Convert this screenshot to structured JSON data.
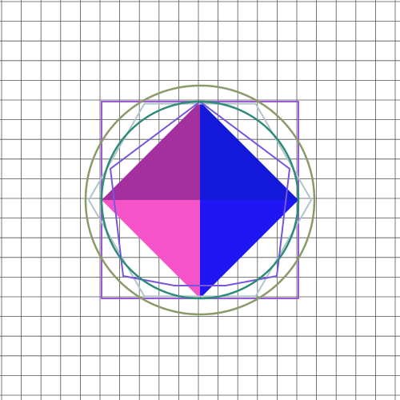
{
  "colors": {
    "background": "#ffffff",
    "grid": "#555555",
    "square_outline": "#9b59d6",
    "outer_circle": "#8a9a6a",
    "inner_circle": "#2e8b7a",
    "octagon": "#7755dd",
    "hexagon": "#b0c4cc",
    "diamond_top_left": "#a4309e",
    "diamond_top_right": "#1219d8",
    "diamond_bottom_left": "#f653c8",
    "diamond_bottom_right": "#1f16f4"
  },
  "icons": {
    "grid": "grid-icon",
    "shapes": [
      "square-outline",
      "outer-circle",
      "inner-circle",
      "octagon",
      "hexagon",
      "diamond"
    ]
  }
}
